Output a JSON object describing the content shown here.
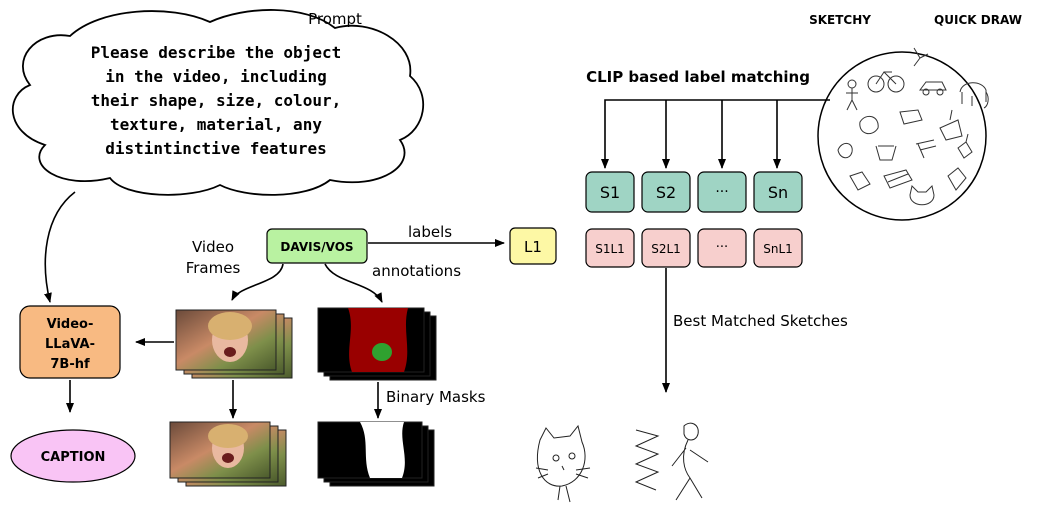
{
  "prompt": {
    "label": "Prompt",
    "lines": [
      "Please describe the object",
      "in the video, including",
      "their shape, size, colour,",
      "texture, material, any",
      "distintinctive features"
    ]
  },
  "datasets": {
    "sketchy": "SKETCHY",
    "quickdraw": "QUICK DRAW"
  },
  "clip_label": "CLIP based label matching",
  "sketch_classes": [
    "S1",
    "S2",
    "···",
    "Sn"
  ],
  "label_pairs": [
    "S1L1",
    "S2L1",
    "···",
    "SnL1"
  ],
  "source": {
    "name": "DAVIS/VOS",
    "labels_text": "labels",
    "annotations_text": "annotations",
    "label_box": "L1"
  },
  "video_frames_label": [
    "Video",
    "Frames"
  ],
  "model": [
    "Video-",
    "LLaVA-",
    "7B-hf"
  ],
  "caption": "CAPTION",
  "binary_masks_label": "Binary Masks",
  "best_matched_label": "Best Matched Sketches",
  "colors": {
    "teal": "#9fd4c4",
    "pink": "#f7cfcd",
    "green_box": "#b9f2a1",
    "yellow_box": "#fdf8a5",
    "orange_box": "#f8ba82",
    "caption_fill": "#f9c4f5",
    "mask_red": "#990000",
    "mask_green": "#2fa12f"
  }
}
